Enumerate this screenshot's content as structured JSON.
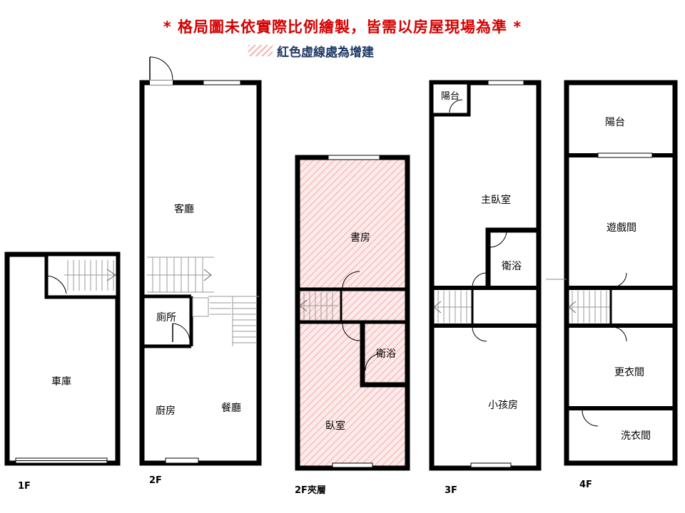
{
  "header": {
    "notice": "* 格局圖未依實際比例繪製，皆需以房屋現場為準 *",
    "legend_label": "紅色虛線處為增建"
  },
  "colors": {
    "wall": "#000000",
    "notice": "#d40000",
    "legend_text": "#1f3864",
    "addition_hatch": "#f6b4b4",
    "addition_fill": "#fdeaea"
  },
  "floors": {
    "f1": {
      "label": "1F",
      "rooms": {
        "garage": "車庫"
      }
    },
    "f2": {
      "label": "2F",
      "rooms": {
        "living": "客廳",
        "toilet": "廁所",
        "kitchen": "廚房",
        "dining": "餐廳"
      }
    },
    "f2m": {
      "label": "2F夾層",
      "rooms": {
        "study": "書房",
        "bath": "衛浴",
        "bedroom": "臥室"
      }
    },
    "f3": {
      "label": "3F",
      "rooms": {
        "balcony": "陽台",
        "master": "主臥室",
        "bath": "衛浴",
        "kids": "小孩房"
      }
    },
    "f4": {
      "label": "4F",
      "rooms": {
        "balcony": "陽台",
        "play": "遊戲間",
        "dressing": "更衣間",
        "laundry": "洗衣間"
      }
    }
  }
}
